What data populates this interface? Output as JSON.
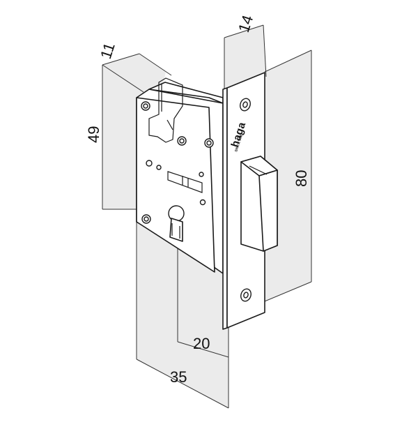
{
  "dimensions": {
    "body_depth": "11",
    "faceplate_width": "14",
    "body_height": "49",
    "faceplate_height": "80",
    "backset_keyhole": "20",
    "backset_total": "35"
  },
  "brand": {
    "name": "haga",
    "subtitle": "SINCE 1933"
  },
  "colors": {
    "line": "#1a1a1a",
    "background": "#ffffff",
    "dimension_fill": "#e8e8e8"
  }
}
